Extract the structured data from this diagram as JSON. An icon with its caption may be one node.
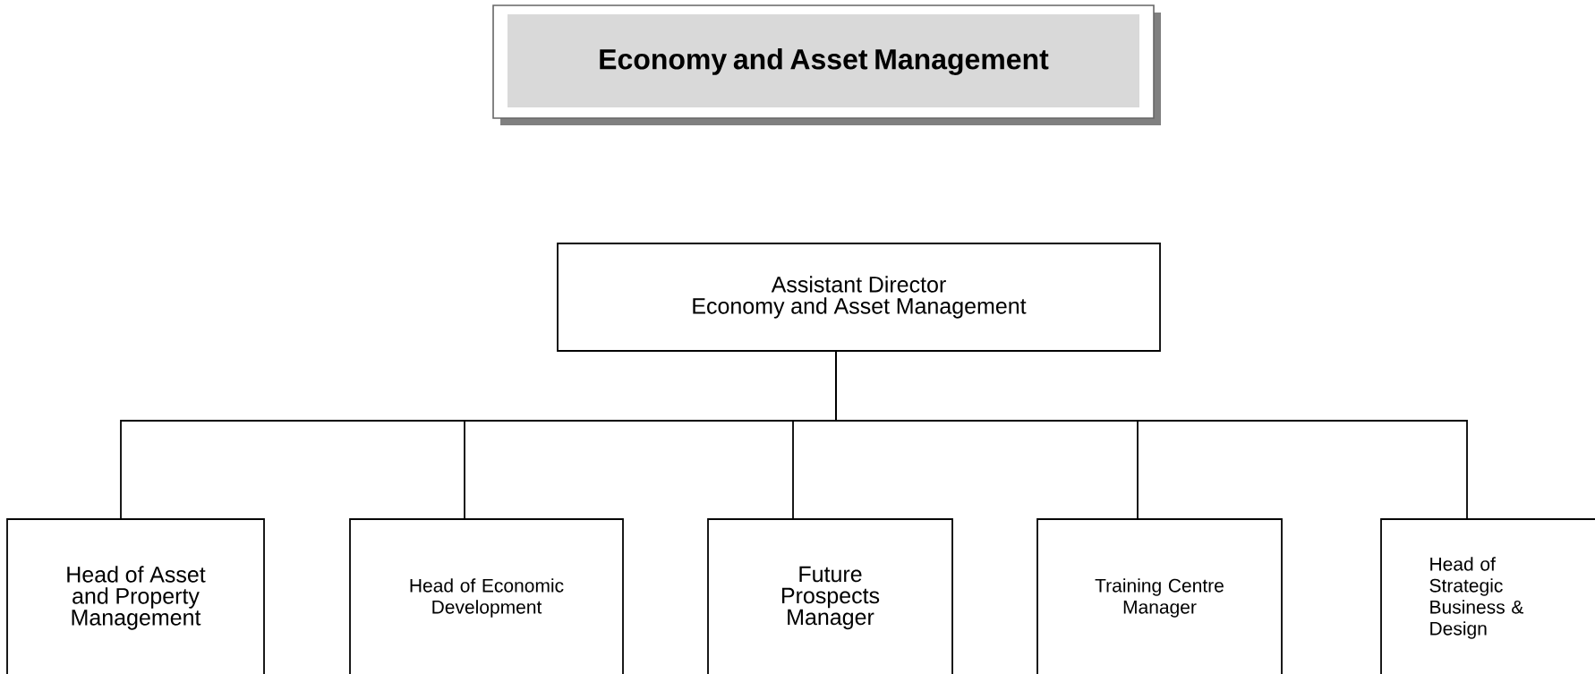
{
  "diagram": {
    "nodes": [
      {
        "text": [
          "Economy and Asset Management"
        ]
      },
      {
        "text": [
          "Assistant Director",
          "Economy and Asset Management"
        ]
      },
      {
        "text": [
          "Head of Asset and Property Management"
        ]
      },
      {
        "text": [
          "Head of Economic Development"
        ]
      },
      {
        "text": [
          "Future Prospects Manager"
        ]
      },
      {
        "text": [
          "Training Centre Manager"
        ]
      },
      {
        "text": [
          "Head of Strategic Business & Design"
        ]
      }
    ],
    "edges": [
      {
        "from": 1,
        "to": 2,
        "arrow": "none"
      },
      {
        "from": 1,
        "to": 3,
        "arrow": "none"
      },
      {
        "from": 1,
        "to": 4,
        "arrow": "none"
      },
      {
        "from": 1,
        "to": 5,
        "arrow": "none"
      },
      {
        "from": 1,
        "to": 6,
        "arrow": "none"
      }
    ]
  }
}
